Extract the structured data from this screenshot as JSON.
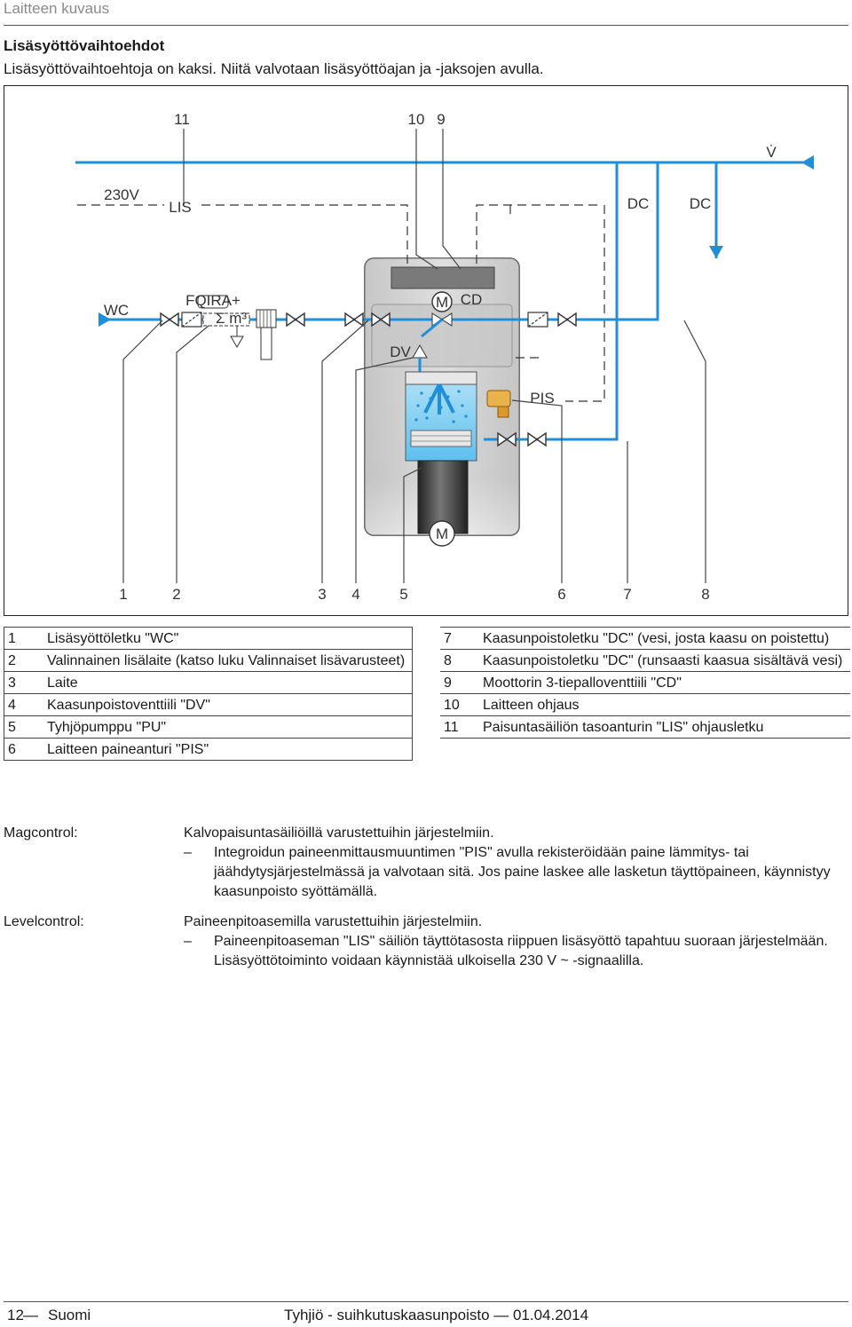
{
  "header": {
    "title": "Laitteen kuvaus"
  },
  "section": {
    "title": "Lisäsyöttövaihtoehdot",
    "intro": "Lisäsyöttövaihtoehtoja on kaksi. Niitä valvotaan lisäsyöttöajan ja -jaksojen avulla."
  },
  "diagram": {
    "callouts_top": [
      "11",
      "10",
      "9"
    ],
    "callouts_bottom": [
      "1",
      "2",
      "3",
      "4",
      "5",
      "6",
      "7",
      "8"
    ],
    "labels": {
      "v230": "230V",
      "lis": "LIS",
      "dc1": "DC",
      "dc2": "DC",
      "wc": "WC",
      "m1": "M",
      "cd": "CD",
      "dv": "DV",
      "pis": "PIS",
      "m2": "M",
      "fqira": "FQIRA+",
      "sum": "Σ m³",
      "vdot": "V̇"
    },
    "colors": {
      "pipe": "#1e8fd8",
      "housing": "#cfcfcf",
      "dark": "#333333",
      "water": "#8fd3f4"
    }
  },
  "legend_left": [
    {
      "num": "1",
      "text": "Lisäsyöttöletku \"WC\""
    },
    {
      "num": "2",
      "text": "Valinnainen lisälaite (katso luku Valinnaiset lisävarusteet)"
    },
    {
      "num": "3",
      "text": "Laite"
    },
    {
      "num": "4",
      "text": "Kaasunpoistoventtiili \"DV\""
    },
    {
      "num": "5",
      "text": "Tyhjöpumppu \"PU\""
    },
    {
      "num": "6",
      "text": "Laitteen paineanturi \"PIS\""
    }
  ],
  "legend_right": [
    {
      "num": "7",
      "text": "Kaasunpoistoletku \"DC\" (vesi, josta kaasu on poistettu)"
    },
    {
      "num": "8",
      "text": "Kaasunpoistoletku \"DC\" (runsaasti kaasua sisältävä vesi)"
    },
    {
      "num": "9",
      "text": "Moottorin 3-tiepalloventtiili \"CD\""
    },
    {
      "num": "10",
      "text": "Laitteen ohjaus"
    },
    {
      "num": "11",
      "text": "Paisuntasäiliön tasoanturin \"LIS\" ohjausletku"
    }
  ],
  "notes": [
    {
      "term": "Magcontrol:",
      "lead": "Kalvopaisuntasäiliöillä varustettuihin järjestelmiin.",
      "dash": "–",
      "item": "Integroidun paineenmittausmuuntimen \"PIS\" avulla rekisteröidään paine lämmitys- tai jäähdytysjärjestelmässä ja valvotaan sitä. Jos paine laskee alle lasketun täyttöpaineen, käynnistyy kaasunpoisto syöttämällä."
    },
    {
      "term": "Levelcontrol:",
      "lead": "Paineenpitoasemilla varustettuihin järjestelmiin.",
      "dash": "–",
      "item": "Paineenpitoaseman \"LIS\" säiliön täyttötasosta riippuen lisäsyöttö tapahtuu suoraan järjestelmään. Lisäsyöttötoiminto voidaan käynnistää ulkoisella 230 V ~ -signaalilla."
    }
  ],
  "footer": {
    "page": "12",
    "dash": "—",
    "language": "Suomi",
    "doc": "Tyhjiö - suihkutuskaasunpoisto — 01.04.2014"
  }
}
